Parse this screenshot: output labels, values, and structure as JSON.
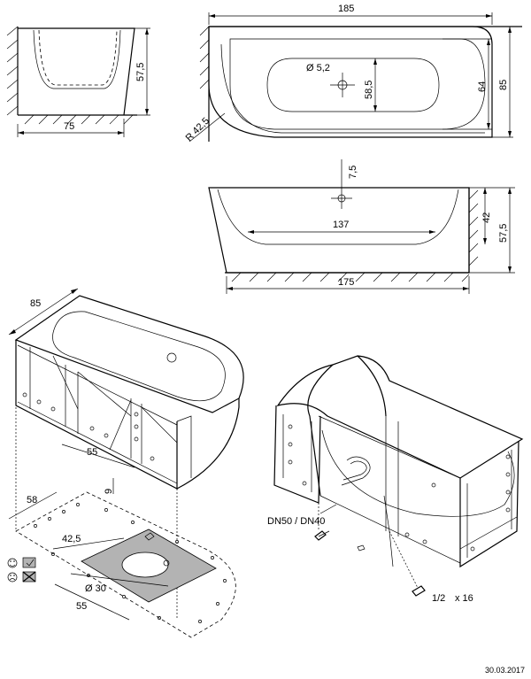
{
  "dimensions": {
    "front_width": "75",
    "front_height": "57,5",
    "top_length": "185",
    "drain_diameter": "Ø 5,2",
    "basin_width": "58,5",
    "inner_depth": "64",
    "outer_depth": "85",
    "radius": "R 42,5",
    "overflow_height": "7,5",
    "basin_length": "137",
    "side_height_inner": "42",
    "side_height_outer": "57,5",
    "base_length": "175",
    "iso_depth": "85",
    "frame_span": "55",
    "frame_gap": "9",
    "floor_depth": "58",
    "floor_offset": "42,5",
    "floor_hole_diameter": "Ø 30",
    "floor_offset_2": "55"
  },
  "labels": {
    "drain_type": "DN50 / DN40",
    "connector_size": "1/2",
    "connector_qty": "x 16",
    "date": "30.03.2017"
  },
  "colors": {
    "line": "#000000",
    "shade": "#b3b3b3",
    "background": "#ffffff"
  },
  "icons": [
    "happy-face-icon",
    "sad-face-icon",
    "floor-ok-icon",
    "floor-crossed-icon"
  ]
}
